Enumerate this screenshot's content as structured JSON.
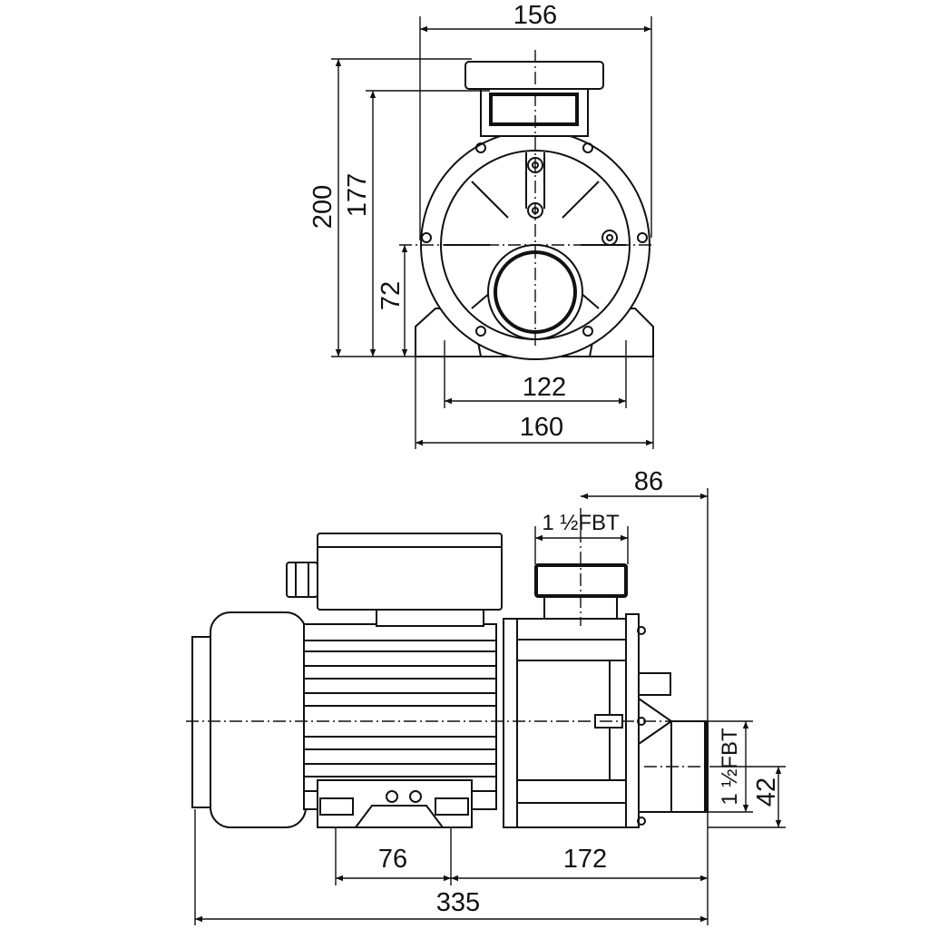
{
  "drawing": {
    "front_view": {
      "width_top": "156",
      "height_total": "200",
      "height_outlet": "177",
      "height_axis": "72",
      "foot_hole_spacing": "122",
      "foot_width": "160"
    },
    "side_view": {
      "outlet_offset": "86",
      "outlet_thread": "1 ½FBT",
      "inlet_thread": "1 ½FBT",
      "inlet_height": "42",
      "foot_spacing": "76",
      "foot_to_inlet": "172",
      "total_length": "335"
    }
  }
}
